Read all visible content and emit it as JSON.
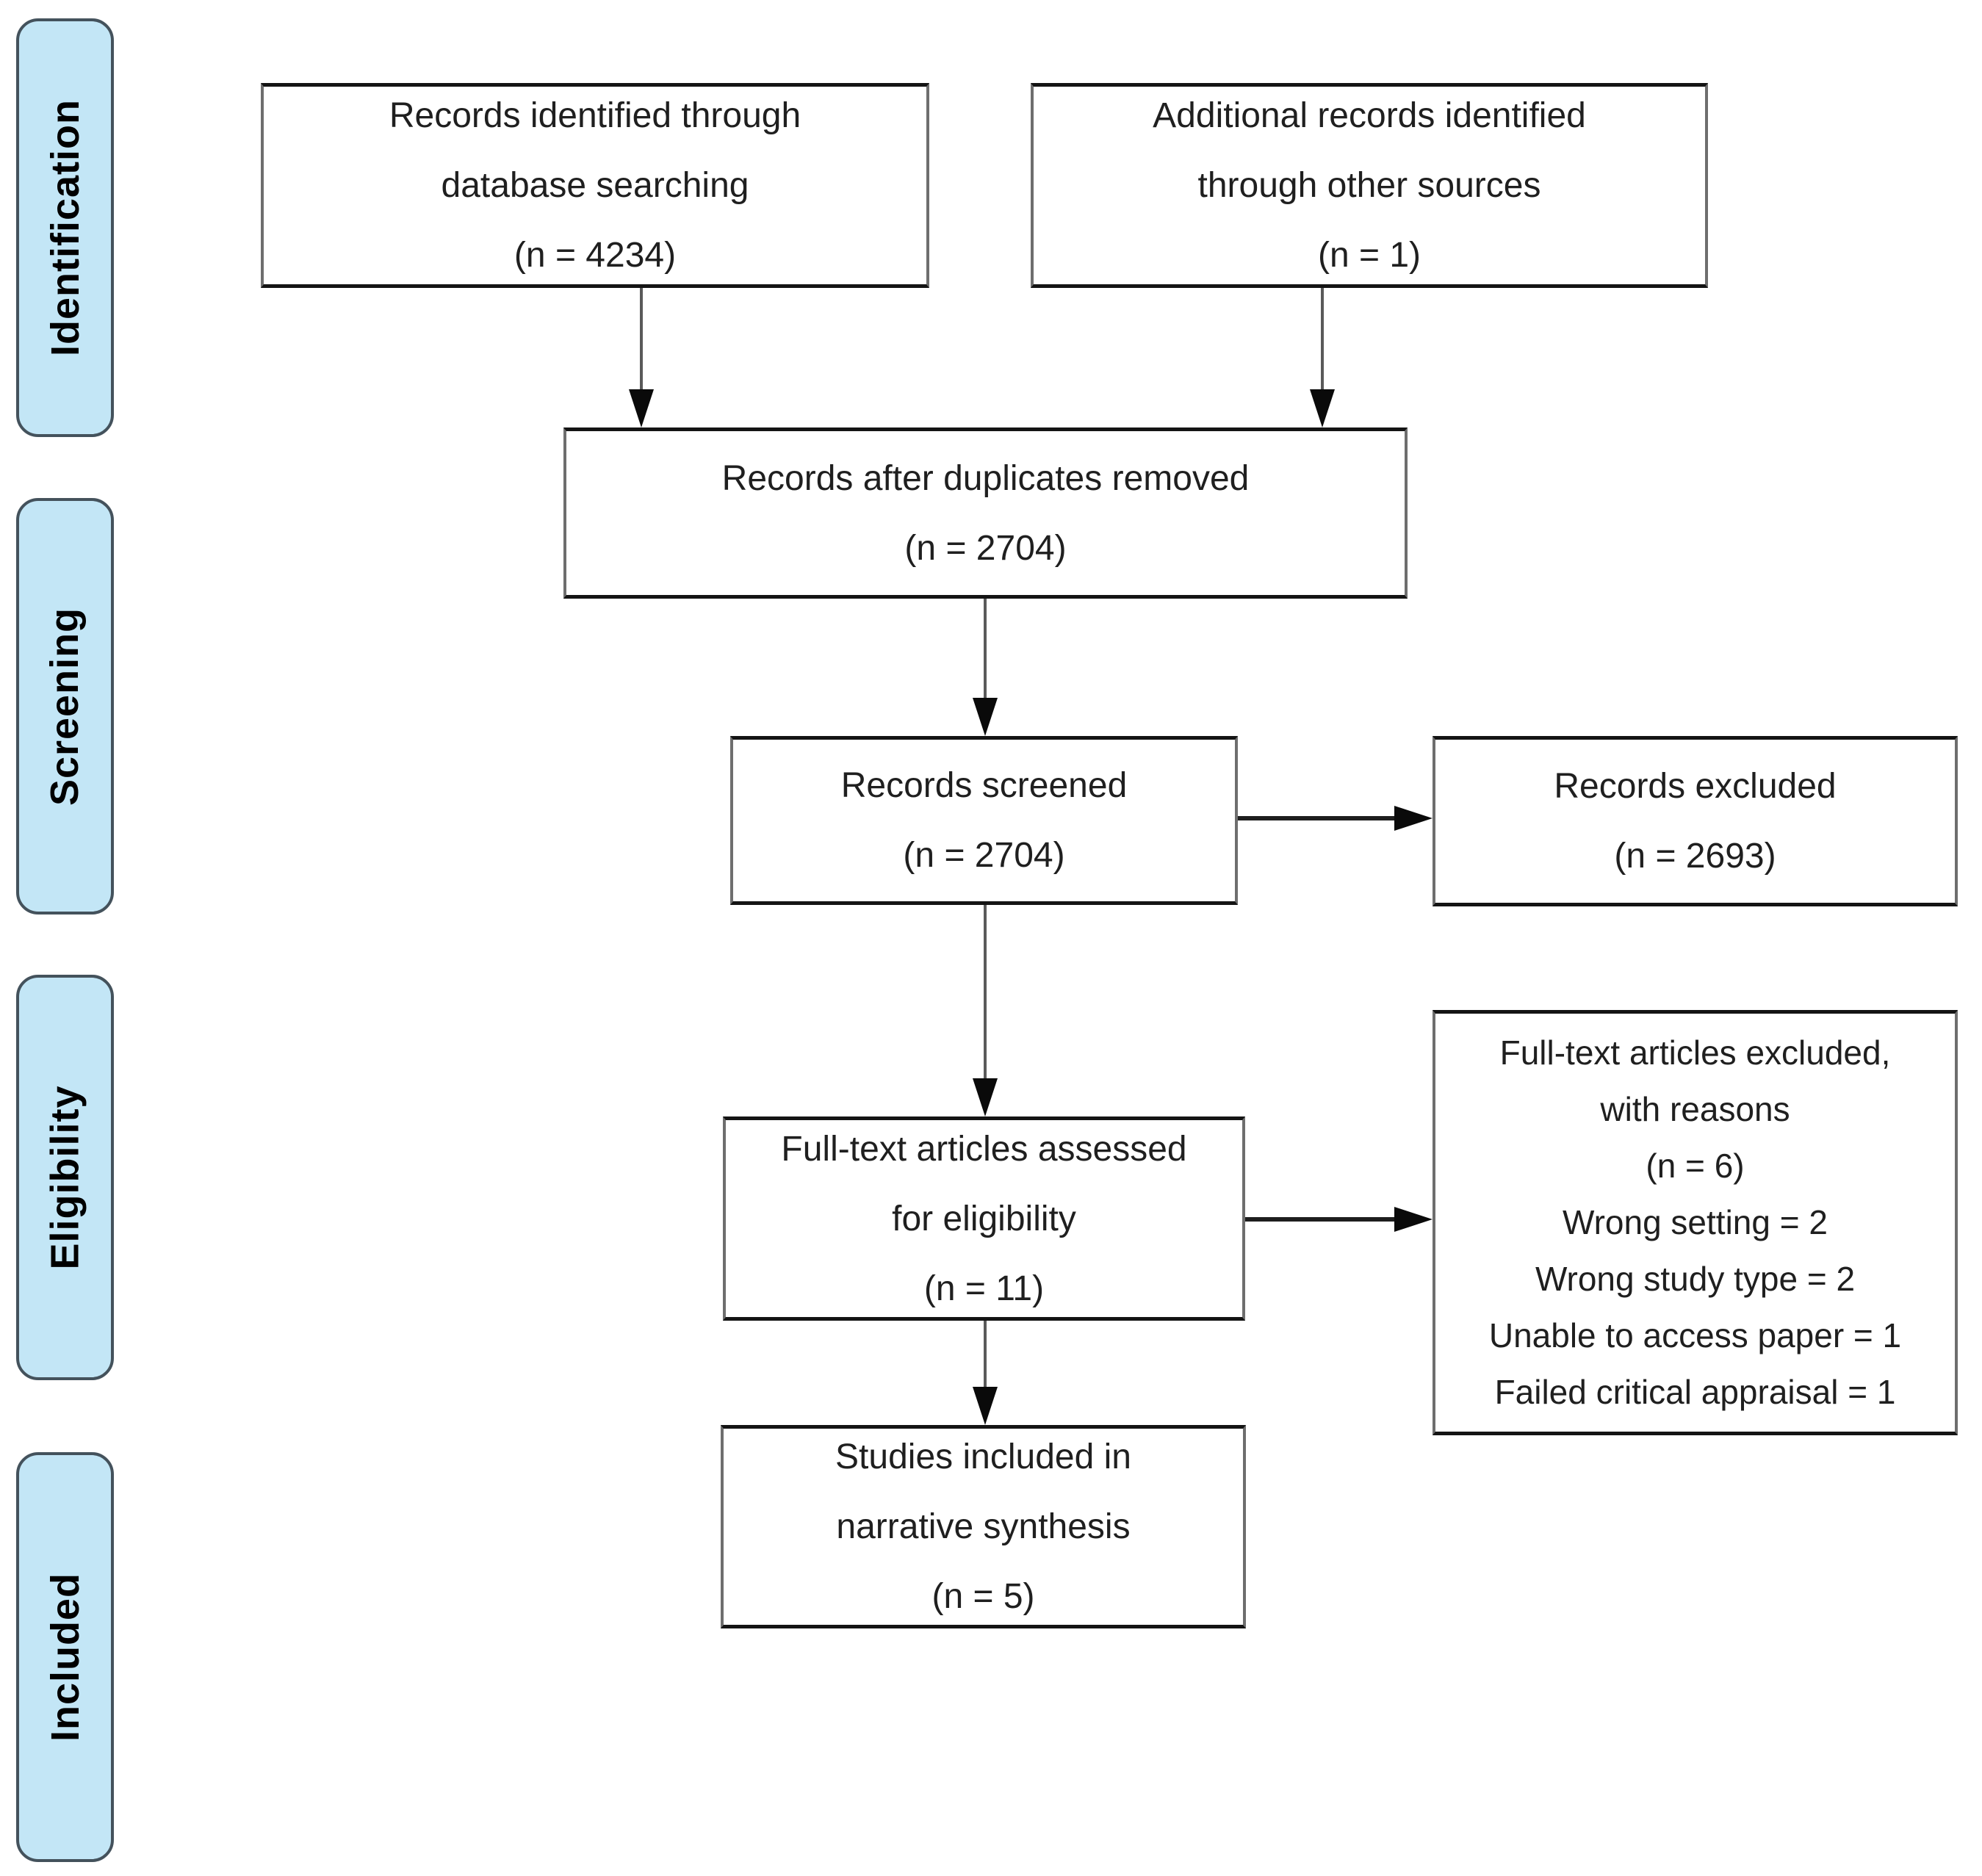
{
  "stages": [
    {
      "label": "Identification"
    },
    {
      "label": "Screening"
    },
    {
      "label": "Eligibility"
    },
    {
      "label": "Included"
    }
  ],
  "boxes": {
    "identified": {
      "lines": [
        "Records identified through",
        "database searching",
        "(n = 4234)"
      ]
    },
    "additional": {
      "lines": [
        "Additional records identified",
        "through other sources",
        "(n = 1)"
      ]
    },
    "deduplicated": {
      "lines": [
        "Records after duplicates removed",
        "(n = 2704)"
      ]
    },
    "screened": {
      "lines": [
        "Records screened",
        "(n = 2704)"
      ]
    },
    "excluded": {
      "lines": [
        "Records excluded",
        "(n = 2693)"
      ]
    },
    "fulltext_assessed": {
      "lines": [
        "Full-text articles assessed",
        "for eligibility",
        "(n = 11)"
      ]
    },
    "fulltext_excluded": {
      "lines": [
        "Full-text articles excluded,",
        "with reasons",
        "(n = 6)",
        "Wrong setting = 2",
        "Wrong study type = 2",
        "Unable to access paper = 1",
        "Failed critical appraisal = 1"
      ]
    },
    "included_studies": {
      "lines": [
        "Studies included in",
        "narrative synthesis",
        "(n = 5)"
      ]
    }
  },
  "colors": {
    "stage_fill": "#C3E6F6",
    "stage_border": "#44525C",
    "box_border_dark": "#141414",
    "box_border_side": "#6E6E6E",
    "arrow": "#5A5A5A",
    "arrow_bold": "#1E1E1E",
    "arrowhead": "#0A0A0A",
    "text": "#1F1F1F",
    "background": "#FFFFFF"
  }
}
